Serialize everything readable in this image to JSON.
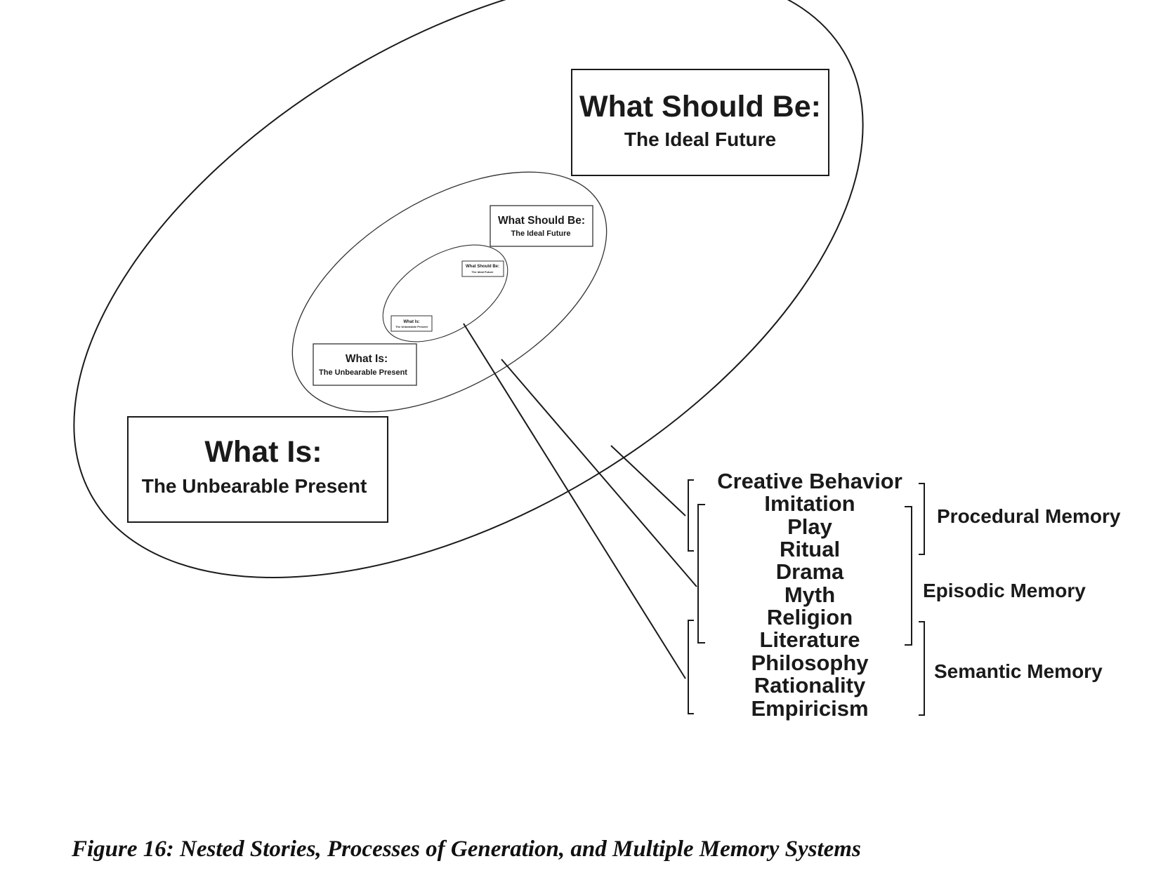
{
  "outer": {
    "future_title": "What Should Be:",
    "future_subtitle": "The Ideal Future",
    "present_title": "What Is:",
    "present_subtitle": "The Unbearable Present"
  },
  "middle": {
    "future_title": "What Should Be:",
    "future_subtitle": "The Ideal Future",
    "present_title": "What Is:",
    "present_subtitle": "The Unbearable Present"
  },
  "inner": {
    "future_title": "What Should Be:",
    "future_subtitle": "The Ideal Future",
    "present_title": "What Is:",
    "present_subtitle": "The Unbearable Present"
  },
  "processes": [
    "Creative Behavior",
    "Imitation",
    "Play",
    "Ritual",
    "Drama",
    "Myth",
    "Religion",
    "Literature",
    "Philosophy",
    "Rationality",
    "Empiricism"
  ],
  "memory": {
    "procedural": "Procedural Memory",
    "episodic": "Episodic Memory",
    "semantic": "Semantic Memory"
  },
  "caption": "Figure 16: Nested Stories, Processes of Generation, and Multiple Memory Systems"
}
